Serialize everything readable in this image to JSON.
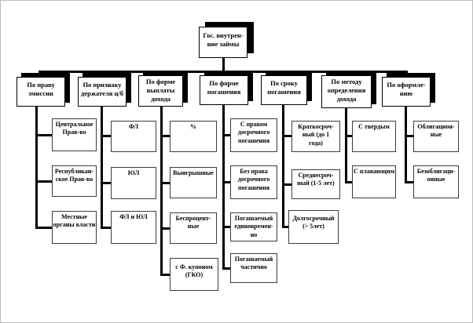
{
  "root": {
    "label": "Гос. внутрен-\nние займы"
  },
  "groups": [
    {
      "label": "По праву\nэмиссии",
      "children": [
        "Центральное\nПрав-во",
        "Республикан-\nское Прав-во",
        "Местные\nорганы власти"
      ]
    },
    {
      "label": "По признаку\nдержателя ц/б",
      "children": [
        "ФЛ",
        "ЮЛ",
        "ФЛ и ЮЛ"
      ]
    },
    {
      "label": "По форме\nвыплаты\nдохода",
      "children": [
        "%",
        "Выигрышные",
        "Беспроцент-\nные",
        "с Ф. купоном\n(ГКО)"
      ]
    },
    {
      "label": "По форме\nпогашения",
      "children": [
        "С правом\nдосрочного\nпогашения",
        "Без права\nдосрочного\nпогашения",
        "Погашаемый\nединовремен-\nно",
        "Погашаемый\nчастично"
      ]
    },
    {
      "label": "По сроку\nпогашения",
      "children": [
        "Краткосроч-\nный (до 1\nгода)",
        "Среднесроч-\nный (1-5 лет)",
        "Долгосрочный\n(> 5лет)"
      ]
    },
    {
      "label": "По методу\nопределения\nдохода",
      "children": [
        "С твердым",
        "С плавающим"
      ]
    },
    {
      "label": "По оформле-\nнию",
      "children": [
        "Облигацион-\nные",
        "Безоблигаци-\nонные"
      ]
    }
  ],
  "colors": {
    "line": "#000000",
    "box_bg": "#ffffff",
    "shadow": "#000000"
  }
}
